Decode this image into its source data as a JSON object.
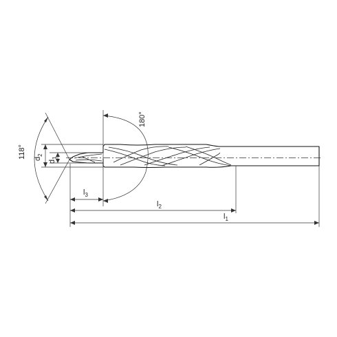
{
  "labels": {
    "angle_tip": "118°",
    "angle_step": "180°",
    "d2_main": "d",
    "d2_sub": "2",
    "d1_main": "d",
    "d1_sub": "1",
    "l3_main": "l",
    "l3_sub": "3",
    "l2_main": "l",
    "l2_sub": "2",
    "l1_main": "l",
    "l1_sub": "1"
  }
}
